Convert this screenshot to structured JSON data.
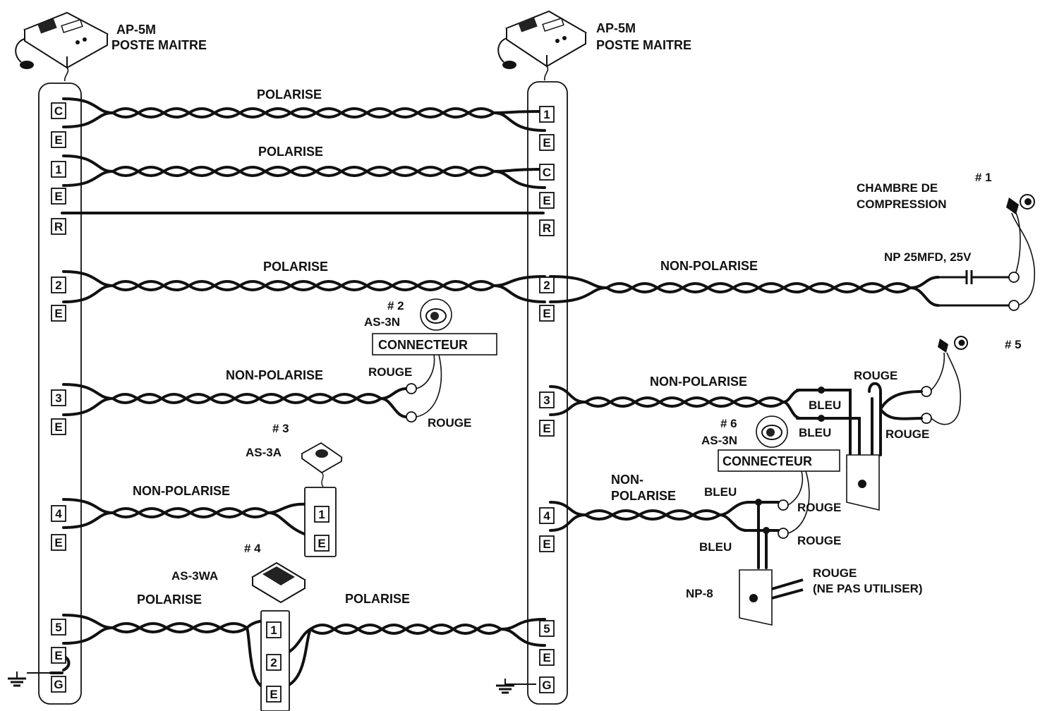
{
  "stations": {
    "left_master": {
      "model": "AP-5M",
      "name": "POSTE MAITRE"
    },
    "right_master": {
      "model": "AP-5M",
      "name": "POSTE MAITRE"
    }
  },
  "left_terminals": [
    "C",
    "E",
    "1",
    "E",
    "R",
    "2",
    "E",
    "3",
    "E",
    "4",
    "E",
    "5",
    "E",
    "G"
  ],
  "right_terminals": [
    "1",
    "E",
    "C",
    "E",
    "R",
    "2",
    "E",
    "3",
    "E",
    "4",
    "E",
    "5",
    "E",
    "G"
  ],
  "wire_labels": {
    "polarise": "POLARISE",
    "non_polarise": "NON-POLARISE",
    "non_polarise_split_1": "NON-",
    "non_polarise_split_2": "POLARISE"
  },
  "station_2": {
    "number": "# 2",
    "model": "AS-3N",
    "connector": "CONNECTEUR",
    "rouge": "ROUGE"
  },
  "station_3": {
    "number": "# 3",
    "model": "AS-3A",
    "terminals": [
      "1",
      "E"
    ]
  },
  "station_4": {
    "number": "# 4",
    "model": "AS-3WA",
    "terminals": [
      "1",
      "2",
      "E"
    ]
  },
  "station_1": {
    "number": "# 1",
    "name_line1": "CHAMBRE DE",
    "name_line2": "COMPRESSION",
    "capacitor": "NP 25MFD, 25V"
  },
  "station_5": {
    "number": "# 5",
    "rouge": "ROUGE",
    "bleu": "BLEU"
  },
  "station_6": {
    "number": "# 6",
    "model": "AS-3N",
    "connector": "CONNECTEUR",
    "bleu": "BLEU",
    "rouge": "ROUGE"
  },
  "np8": {
    "model": "NP-8",
    "note_line1": "ROUGE",
    "note_line2": "(NE PAS UTILISER)"
  },
  "icons": [
    "master-station-icon",
    "speaker-icon",
    "ground-icon",
    "compression-horn-icon",
    "capacitor-icon",
    "desk-station-icon"
  ]
}
